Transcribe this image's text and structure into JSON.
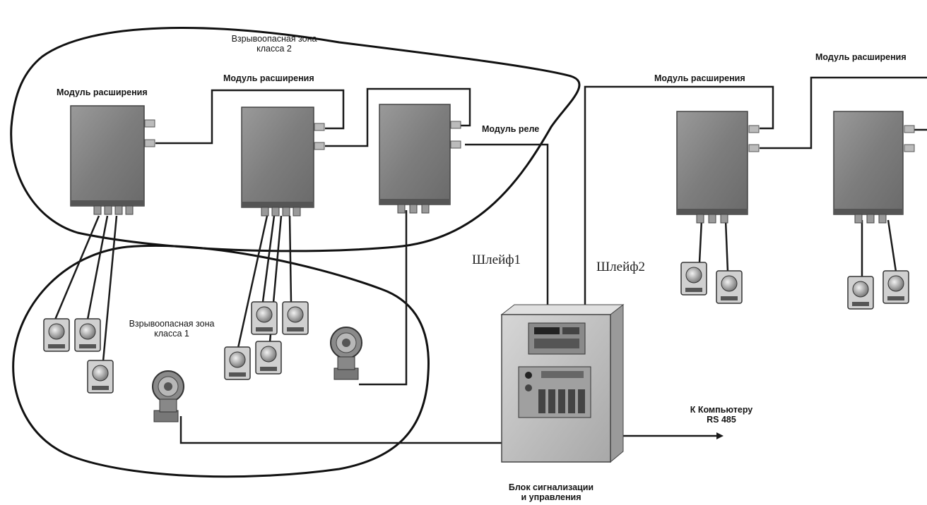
{
  "labels": {
    "zone2_title": "Взрывоопасная зона\nкласса 2",
    "zone1_title": "Взрывоопасная зона\nкласса 1",
    "module1": "Модуль расширения",
    "module2": "Модуль расширения",
    "relay_module": "Модуль реле",
    "module3": "Модуль расширения",
    "module4": "Модуль расширения",
    "loop1": "Шлейф1",
    "loop2": "Шлейф2",
    "computer": "К Компьютеру\nRS 485",
    "control_unit": "Блок сигнализации\nи управления"
  },
  "colors": {
    "line": "#1a1a1a",
    "cabinet": "#8c8c8c",
    "sensor": "#b4b4b4",
    "control_unit": "#c8c8c8"
  },
  "icons": {
    "expansion_module": "gray-cabinet",
    "relay_module": "gray-cabinet",
    "sensor": "gas-sensor",
    "siren": "explosion-proof-siren",
    "control_unit": "control-cabinet"
  }
}
